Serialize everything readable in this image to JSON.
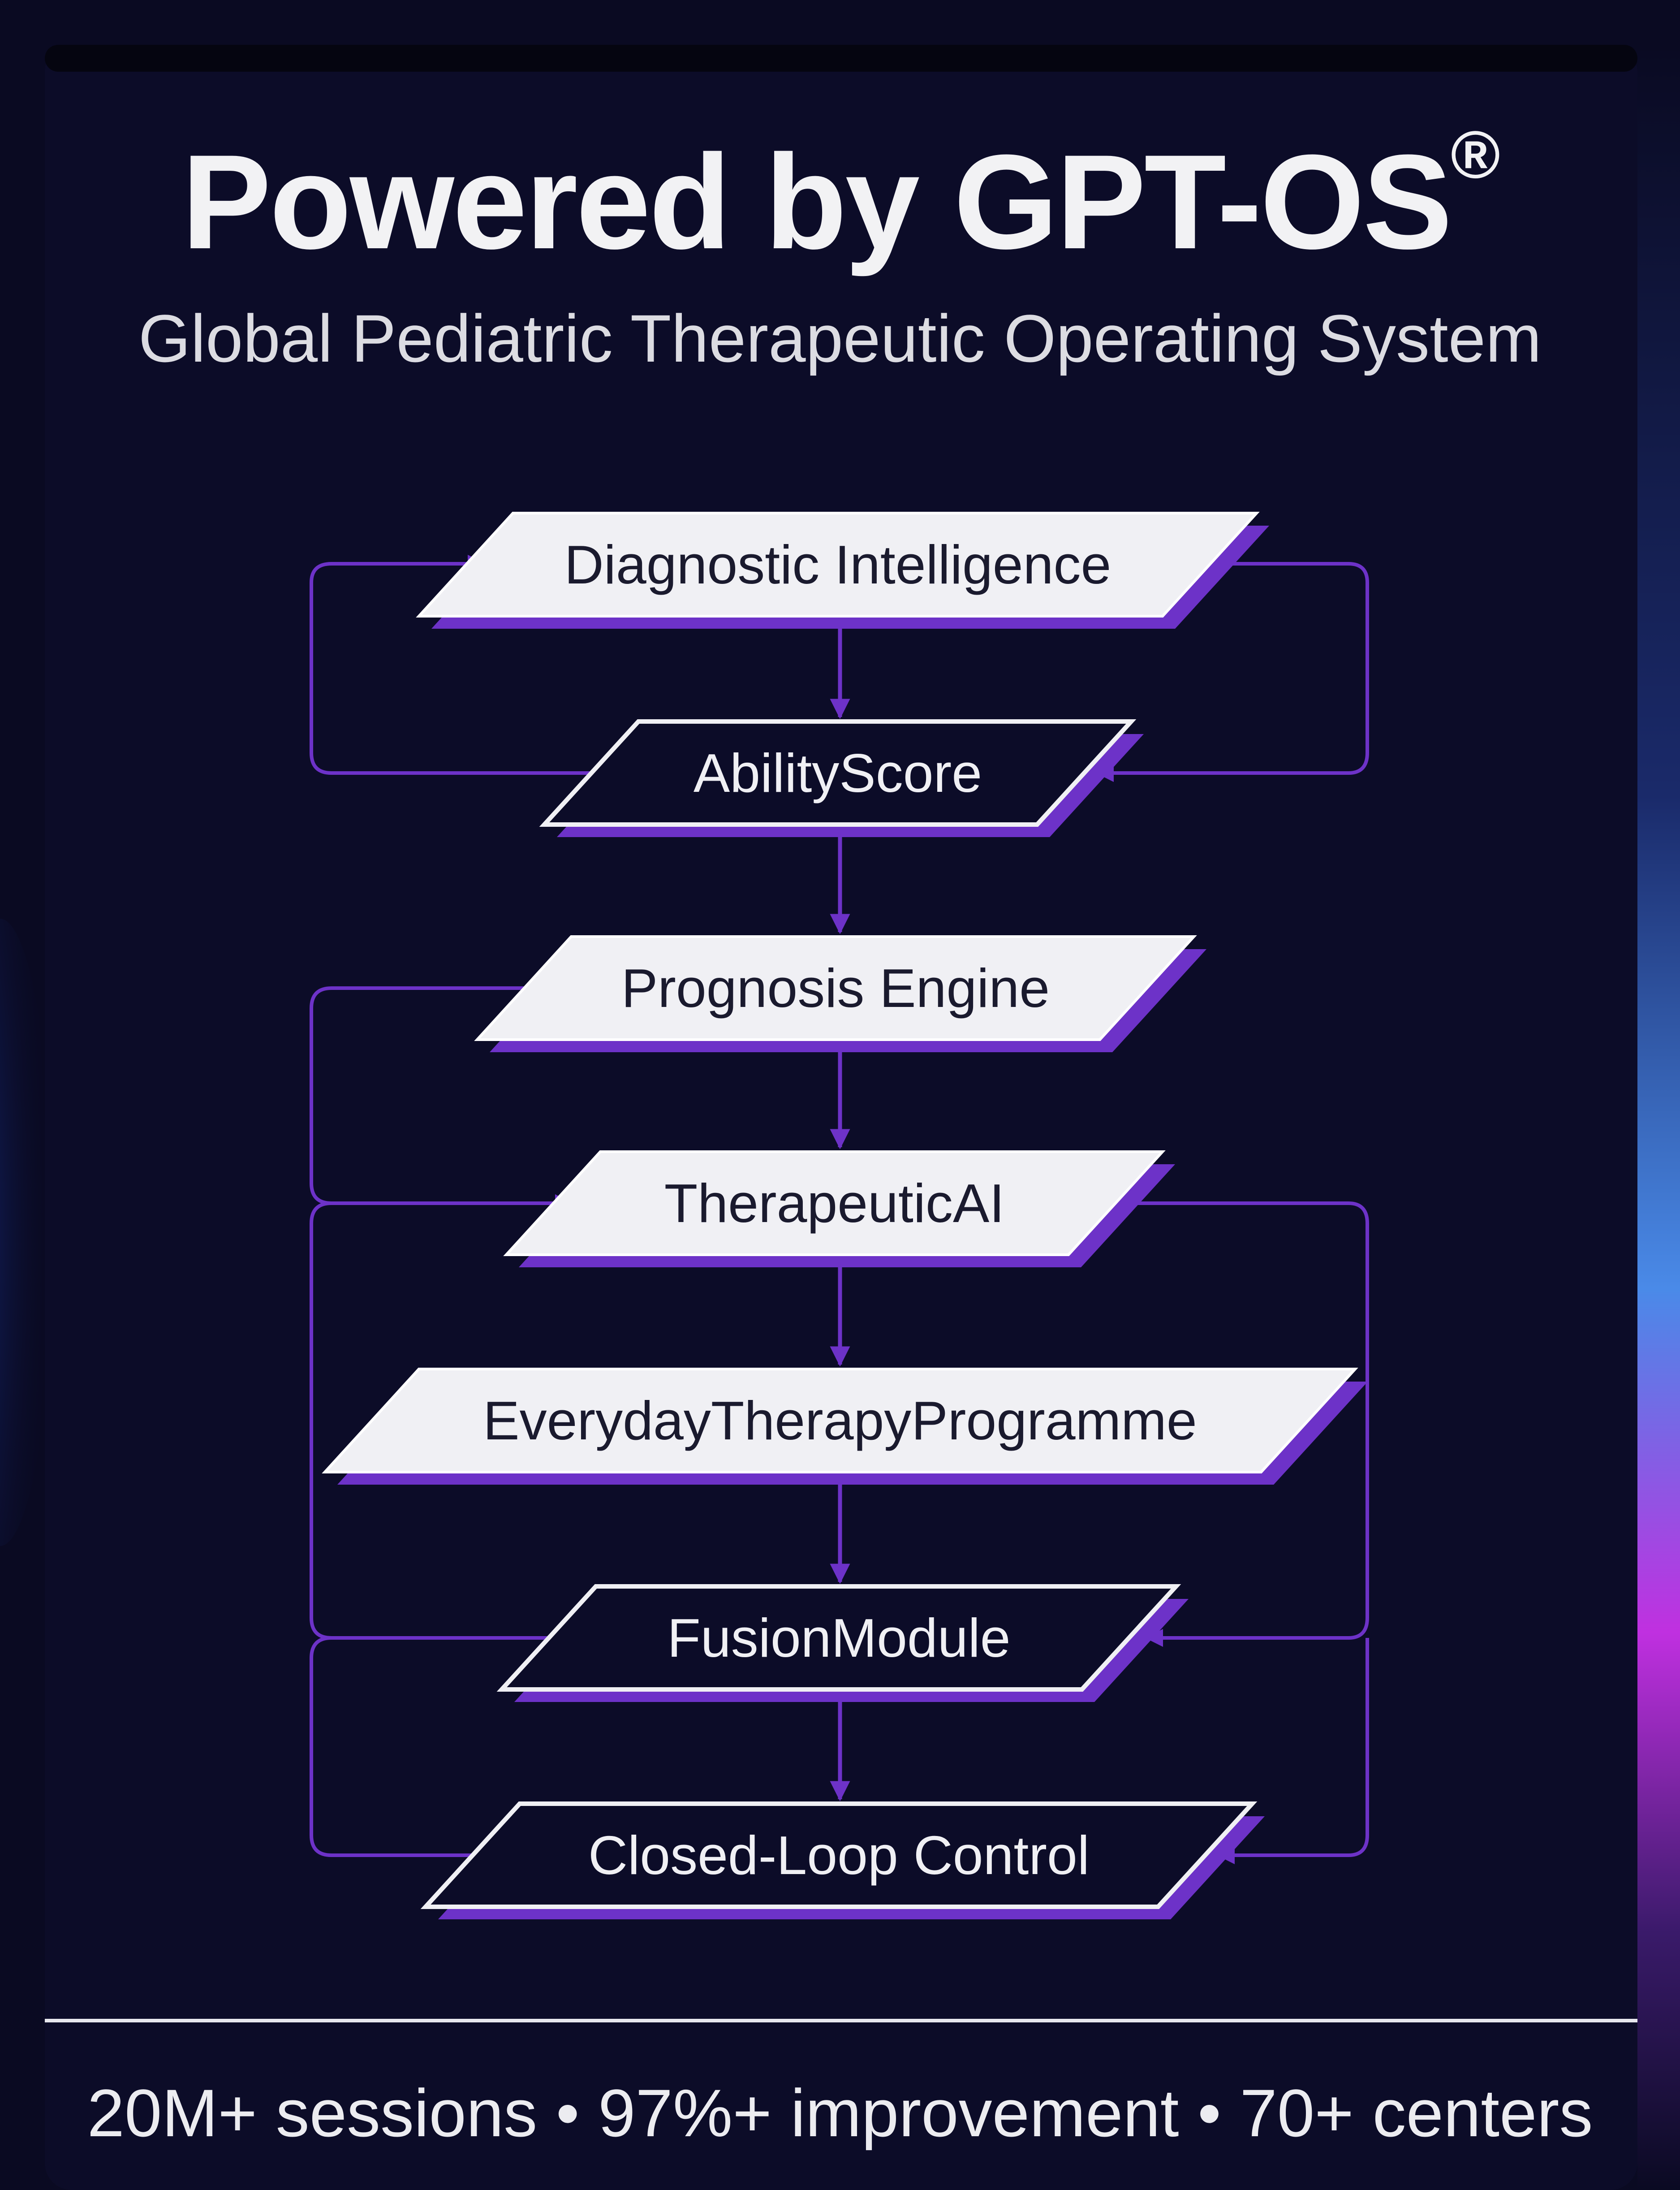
{
  "header": {
    "title": "Powered by GPT-OS",
    "title_mark": "®",
    "subtitle": "Global Pediatric Therapeutic Operating System"
  },
  "flow": {
    "nodes": [
      {
        "label": "Diagnostic Intelligence",
        "style": "filled"
      },
      {
        "label": "AbilityScore",
        "style": "outline"
      },
      {
        "label": "Prognosis Engine",
        "style": "filled"
      },
      {
        "label": "TherapeuticAI",
        "style": "filled"
      },
      {
        "label": "EverydayTherapyProgramme",
        "style": "filled"
      },
      {
        "label": "FusionModule",
        "style": "outline"
      },
      {
        "label": "Closed-Loop Control",
        "style": "outline"
      }
    ]
  },
  "footer": {
    "stats": "20M+ sessions • 97%+ improvement • 70+ centers"
  },
  "colors": {
    "background": "#0a0a22",
    "accent": "#6d32c8",
    "node_fill": "#f0f0f4",
    "edge_glow": "#c040e8"
  }
}
